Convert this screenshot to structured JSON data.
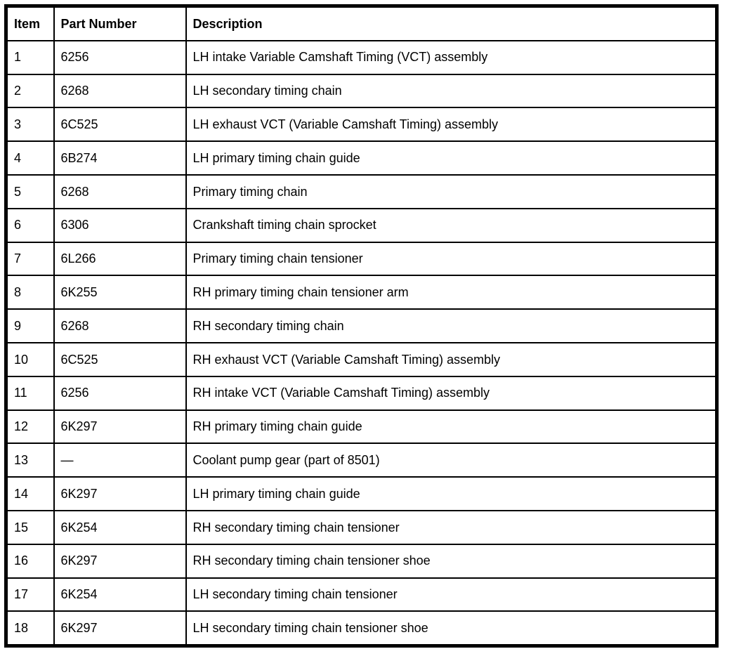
{
  "table": {
    "columns": [
      "Item",
      "Part Number",
      "Description"
    ],
    "rows": [
      {
        "item": "1",
        "part_number": "6256",
        "description": "LH intake Variable Camshaft Timing (VCT) assembly"
      },
      {
        "item": "2",
        "part_number": "6268",
        "description": "LH secondary timing chain"
      },
      {
        "item": "3",
        "part_number": "6C525",
        "description": "LH exhaust VCT (Variable Camshaft Timing) assembly"
      },
      {
        "item": "4",
        "part_number": "6B274",
        "description": "LH primary timing chain guide"
      },
      {
        "item": "5",
        "part_number": "6268",
        "description": "Primary timing chain"
      },
      {
        "item": "6",
        "part_number": "6306",
        "description": "Crankshaft timing chain sprocket"
      },
      {
        "item": "7",
        "part_number": "6L266",
        "description": "Primary timing chain tensioner"
      },
      {
        "item": "8",
        "part_number": "6K255",
        "description": "RH primary timing chain tensioner arm"
      },
      {
        "item": "9",
        "part_number": "6268",
        "description": "RH secondary timing chain"
      },
      {
        "item": "10",
        "part_number": "6C525",
        "description": "RH exhaust VCT (Variable Camshaft Timing) assembly"
      },
      {
        "item": "11",
        "part_number": "6256",
        "description": "RH intake VCT (Variable Camshaft Timing) assembly"
      },
      {
        "item": "12",
        "part_number": "6K297",
        "description": "RH primary timing chain guide"
      },
      {
        "item": "13",
        "part_number": "—",
        "description": "Coolant pump gear (part of 8501)"
      },
      {
        "item": "14",
        "part_number": "6K297",
        "description": "LH primary timing chain guide"
      },
      {
        "item": "15",
        "part_number": "6K254",
        "description": "RH secondary timing chain tensioner"
      },
      {
        "item": "16",
        "part_number": "6K297",
        "description": "RH secondary timing chain tensioner shoe"
      },
      {
        "item": "17",
        "part_number": "6K254",
        "description": "LH secondary timing chain tensioner"
      },
      {
        "item": "18",
        "part_number": "6K297",
        "description": "LH secondary timing chain tensioner shoe"
      }
    ]
  },
  "colors": {
    "border": "#000000",
    "background": "#ffffff",
    "text": "#000000"
  }
}
